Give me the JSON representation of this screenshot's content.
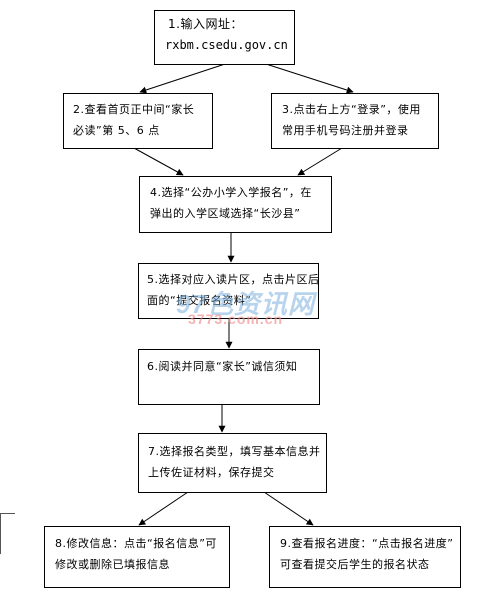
{
  "flowchart": {
    "step1": {
      "line1": "1.输入网址：",
      "line2": "rxbm.csedu.gov.cn"
    },
    "step2": {
      "line1": "2.查看首页正中间“家长",
      "line2": "必读”第 5、6 点"
    },
    "step3": {
      "line1": "3.点击右上方“登录”，使用",
      "line2": "常用手机号码注册并登录"
    },
    "step4": {
      "line1": "4.选择“公办小学入学报名”，在",
      "line2": "弹出的入学区域选择“长沙县”"
    },
    "step5": {
      "line1": "5.选择对应入读片区，点击片区后",
      "line2": "面的“提交报名资料”"
    },
    "step6": {
      "line1": "6.阅读并同意“家长”诚信须知"
    },
    "step7": {
      "line1": "7.选择报名类型，填写基本信息并",
      "line2": "上传佐证材料，保存提交"
    },
    "step8": {
      "line1": "8.修改信息：点击“报名信息”可",
      "line2": "修改或删除已填报信息"
    },
    "step9": {
      "line1": "9.查看报名进度：“点击报名进度”",
      "line2": "可查看提交后学生的报名状态"
    }
  },
  "watermark": {
    "text1": "97色资讯网",
    "text2": "3773.com.cn"
  }
}
